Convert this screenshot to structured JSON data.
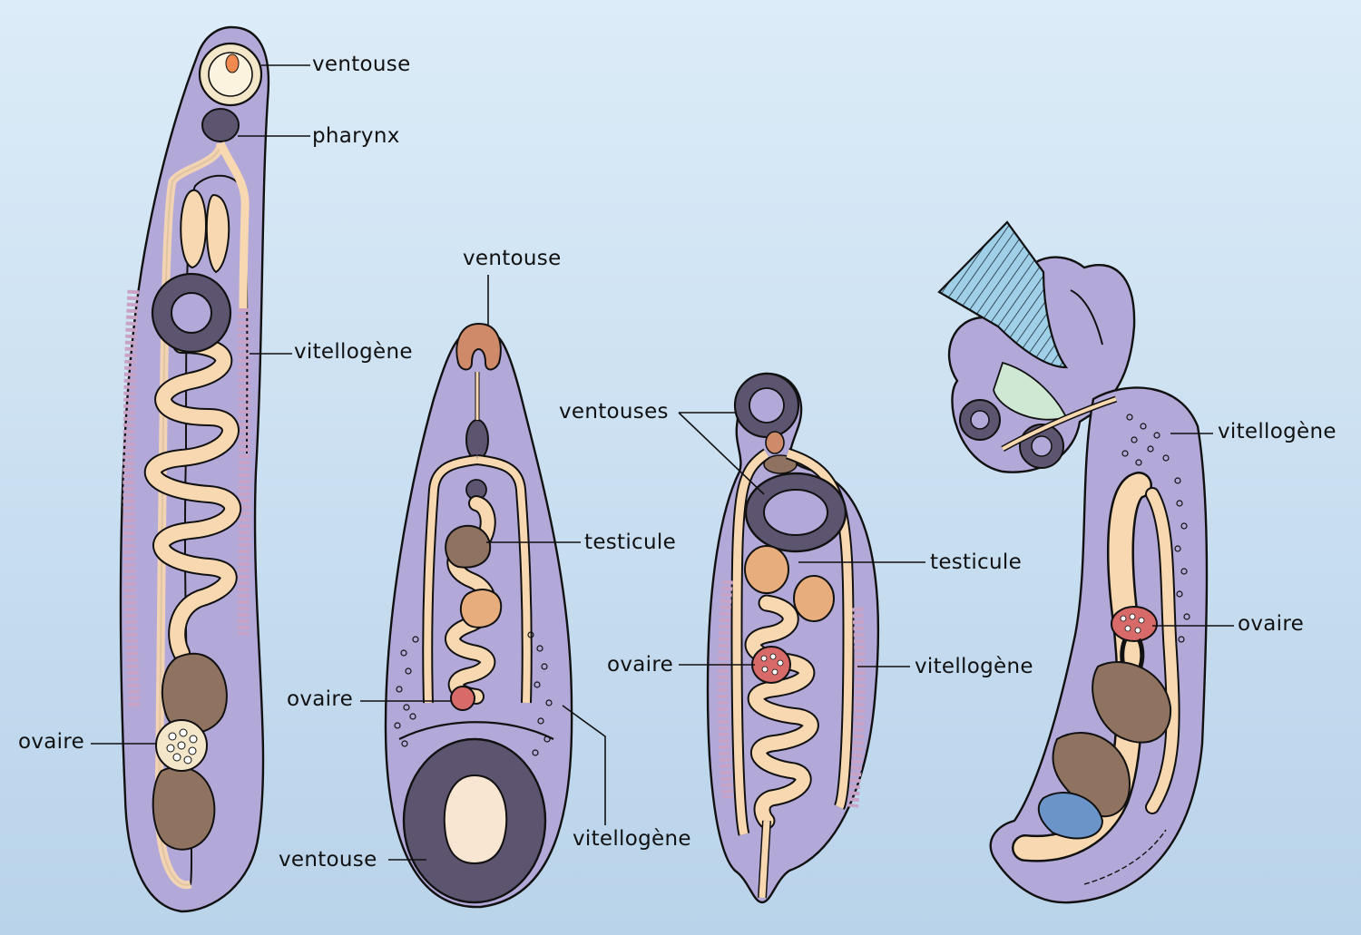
{
  "colors": {
    "background_top": "#dcecf8",
    "background_bottom": "#b9d3ea",
    "body": "#b3a9d9",
    "gut": "#f8d8b0",
    "testis": "#8f7260",
    "testis_light": "#e8ad7c",
    "sucker": "#5d556f",
    "ovary": "#d96a6a",
    "vitelline": "#c9a3c6"
  },
  "labels": {
    "w1_ventouse": "ventouse",
    "w1_pharynx": "pharynx",
    "w1_vitellogene": "vitellogène",
    "w1_ovaire": "ovaire",
    "w2_ventouse_top": "ventouse",
    "w2_testicule": "testicule",
    "w2_ovaire": "ovaire",
    "w2_ventouse_bottom": "ventouse",
    "w2_vitellogene": "vitellogène",
    "w3_ventouses": "ventouses",
    "w3_testicule": "testicule",
    "w3_ovaire": "ovaire",
    "w3_vitellogene": "vitellogène",
    "w4_vitellogene": "vitellogène",
    "w4_ovaire": "ovaire"
  }
}
